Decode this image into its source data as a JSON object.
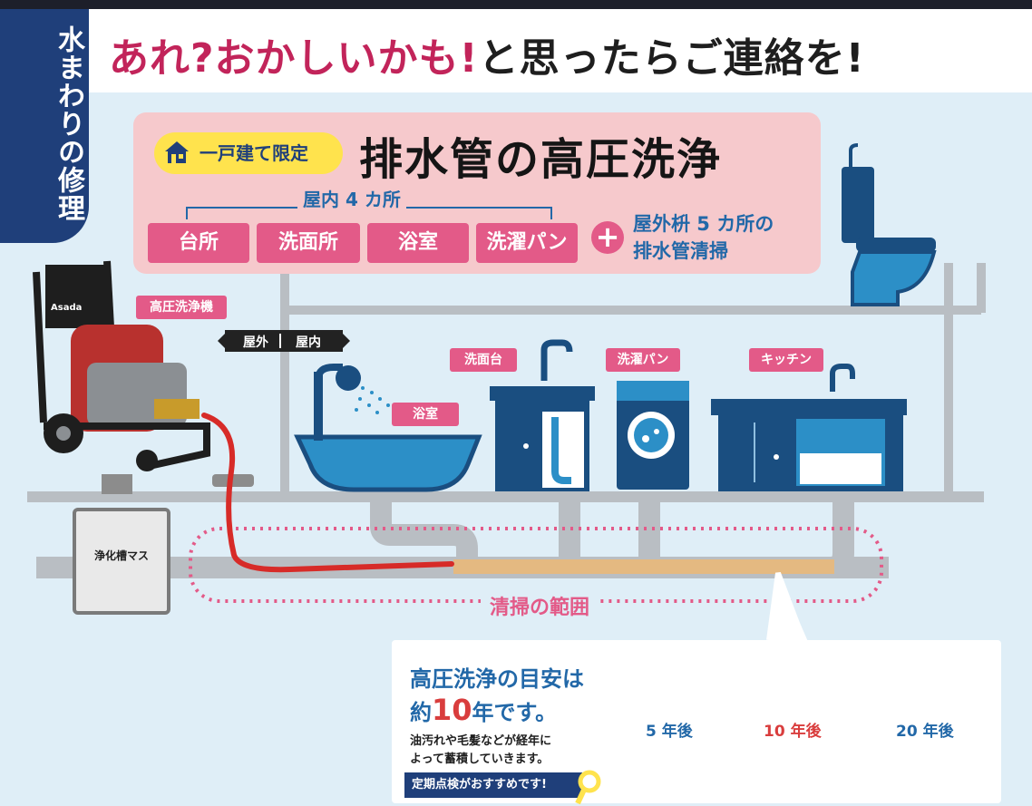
{
  "header": {
    "side_title": "水まわりの修理",
    "headline_pink": "あれ?おかしいかも!",
    "headline_dark": "と思ったらご連絡を!"
  },
  "service": {
    "badge": "一戸建て限定",
    "title": "排水管の高圧洗浄",
    "indoor_label": "屋内 4 カ所",
    "rooms": [
      "台所",
      "洗面所",
      "浴室",
      "洗濯パン"
    ],
    "outdoor_line1": "屋外枡 5 カ所の",
    "outdoor_line2": "排水管清掃"
  },
  "diagram": {
    "washer_machine_label": "高圧洗浄機",
    "brand": "Asada",
    "outside_label": "屋外",
    "inside_label": "屋内",
    "bath_label": "浴室",
    "sink_label": "洗面台",
    "laundry_label": "洗濯パン",
    "kitchen_label": "キッチン",
    "tank_label": "浄化槽マス",
    "scope_label": "清掃の範囲"
  },
  "info": {
    "title_line1": "高圧洗浄の目安は",
    "title_prefix": "約",
    "title_number": "10",
    "title_suffix": "年です。",
    "sub_line1": "油汚れや毛髪などが経年に",
    "sub_line2": "よって蓄積していきます。",
    "cta": "定期点検がおすすめです!",
    "pipes": [
      {
        "label": "5 年後",
        "color": "#2268a8"
      },
      {
        "label": "10 年後",
        "color": "#d93d3d"
      },
      {
        "label": "20 年後",
        "color": "#2268a8"
      }
    ]
  }
}
